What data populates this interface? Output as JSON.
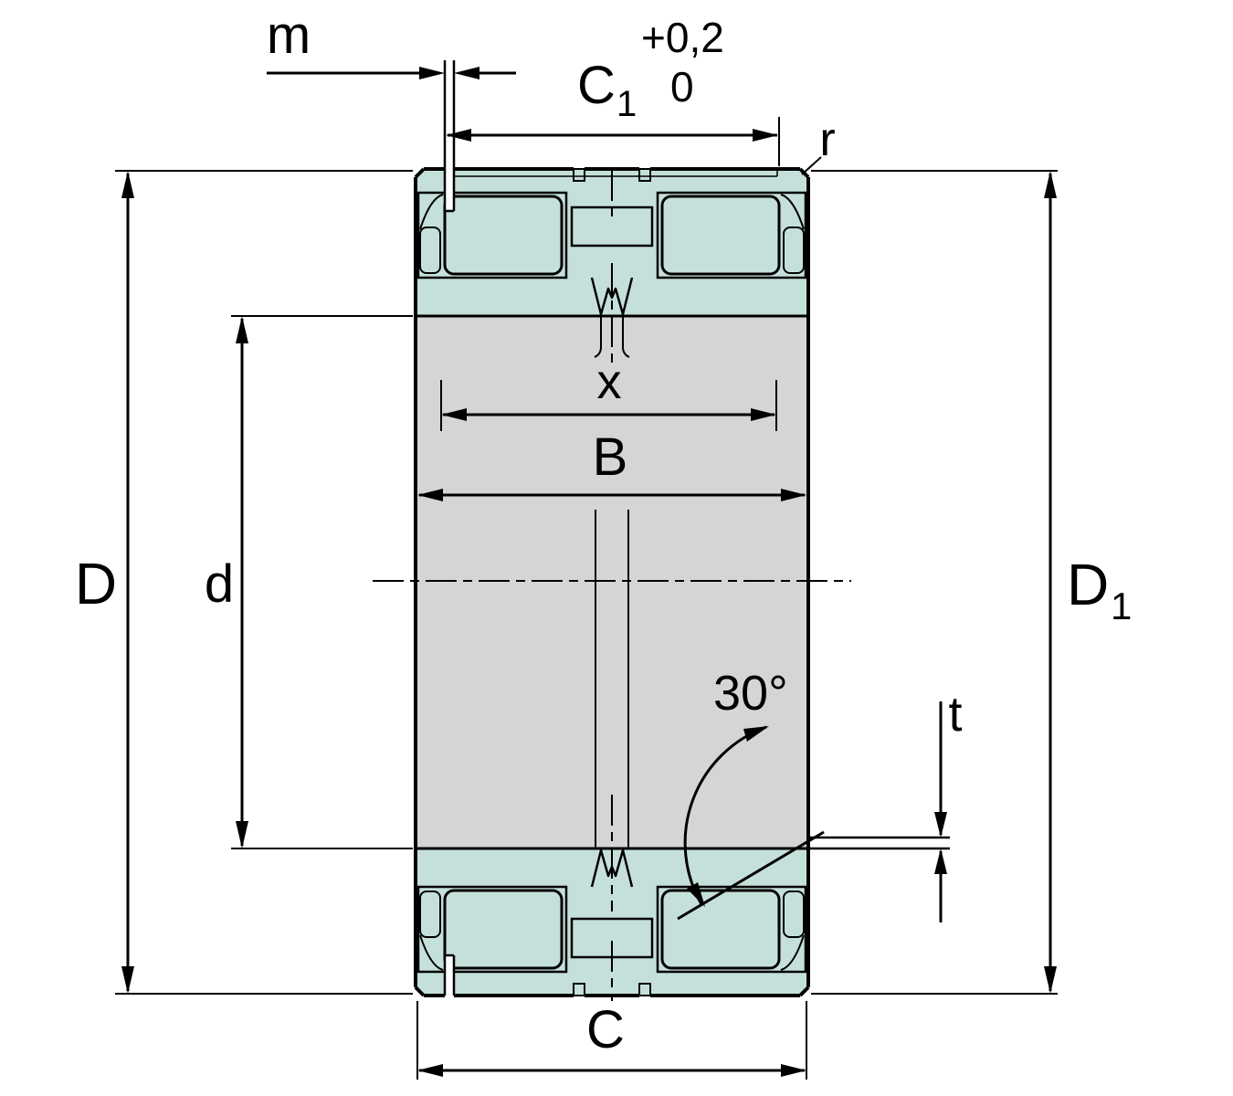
{
  "figure": {
    "title": "Double row cylindrical roller bearing cross-section with dimension callouts"
  },
  "colors": {
    "line": "#000000",
    "outerRing": "#c5e0da",
    "innerRing": "#d5d5d5",
    "rollerEdge": "#86c6bd",
    "rollerSoft": "#d6ece8",
    "rollerMid": "#ffffff",
    "seal": "#7b68a0",
    "background": "#ffffff"
  },
  "labels": {
    "m": "m",
    "c1": {
      "base": "C",
      "sub": "1",
      "tol_upper": "+0,2",
      "tol_lower": "0"
    },
    "r": "r",
    "x": "x",
    "B": "B",
    "D": "D",
    "d": "d",
    "D1": {
      "base": "D",
      "sub": "1"
    },
    "angle": "30°",
    "t": "t",
    "C": "C"
  }
}
